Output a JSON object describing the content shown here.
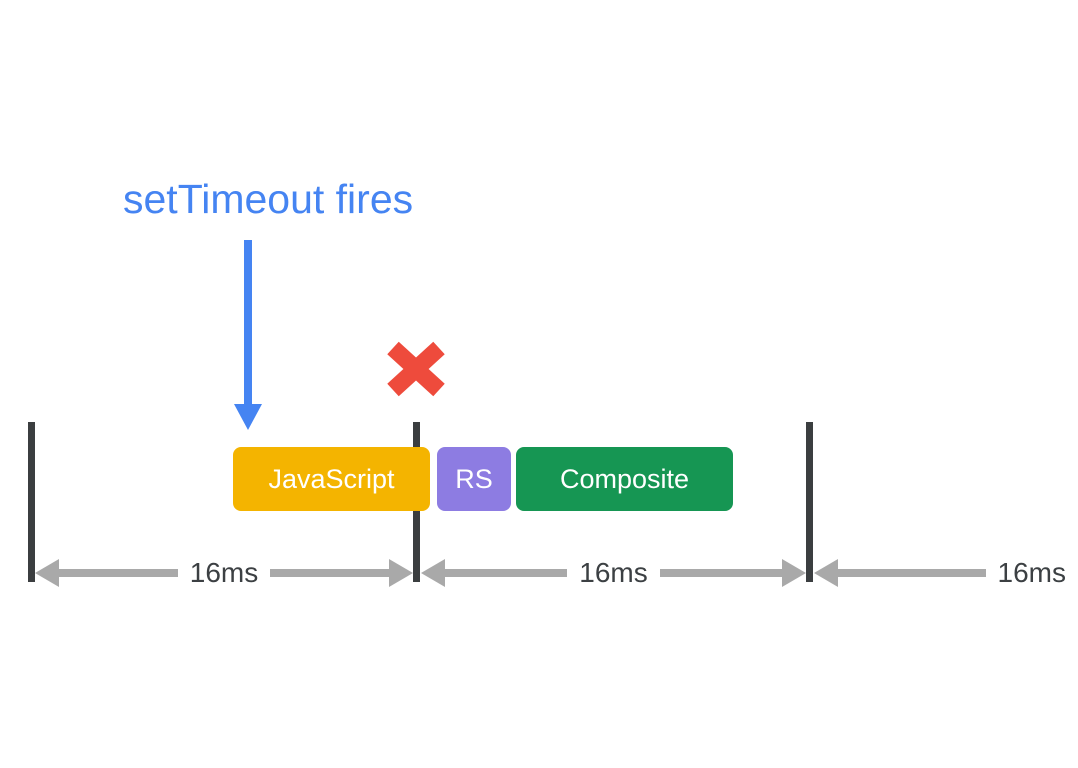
{
  "diagram": {
    "title": "setTimeout fires",
    "bars": [
      {
        "label": "JavaScript",
        "color": "#F4B400"
      },
      {
        "label": "RS",
        "color": "#8D7CE2"
      },
      {
        "label": "Composite",
        "color": "#169653"
      }
    ],
    "intervals": [
      {
        "label": "16ms"
      },
      {
        "label": "16ms"
      },
      {
        "label": "16ms"
      }
    ],
    "icons": {
      "settimeout_arrow": "arrow-down",
      "missed_frame": "x-mark"
    },
    "colors": {
      "accent_blue": "#4584F2",
      "error_red": "#EE4B3C",
      "frame_line_gray": "#3B3E40",
      "measure_arrow_gray": "#A9A9A9",
      "interval_text_gray": "#3C4043",
      "background": "#FFFFFF"
    }
  }
}
